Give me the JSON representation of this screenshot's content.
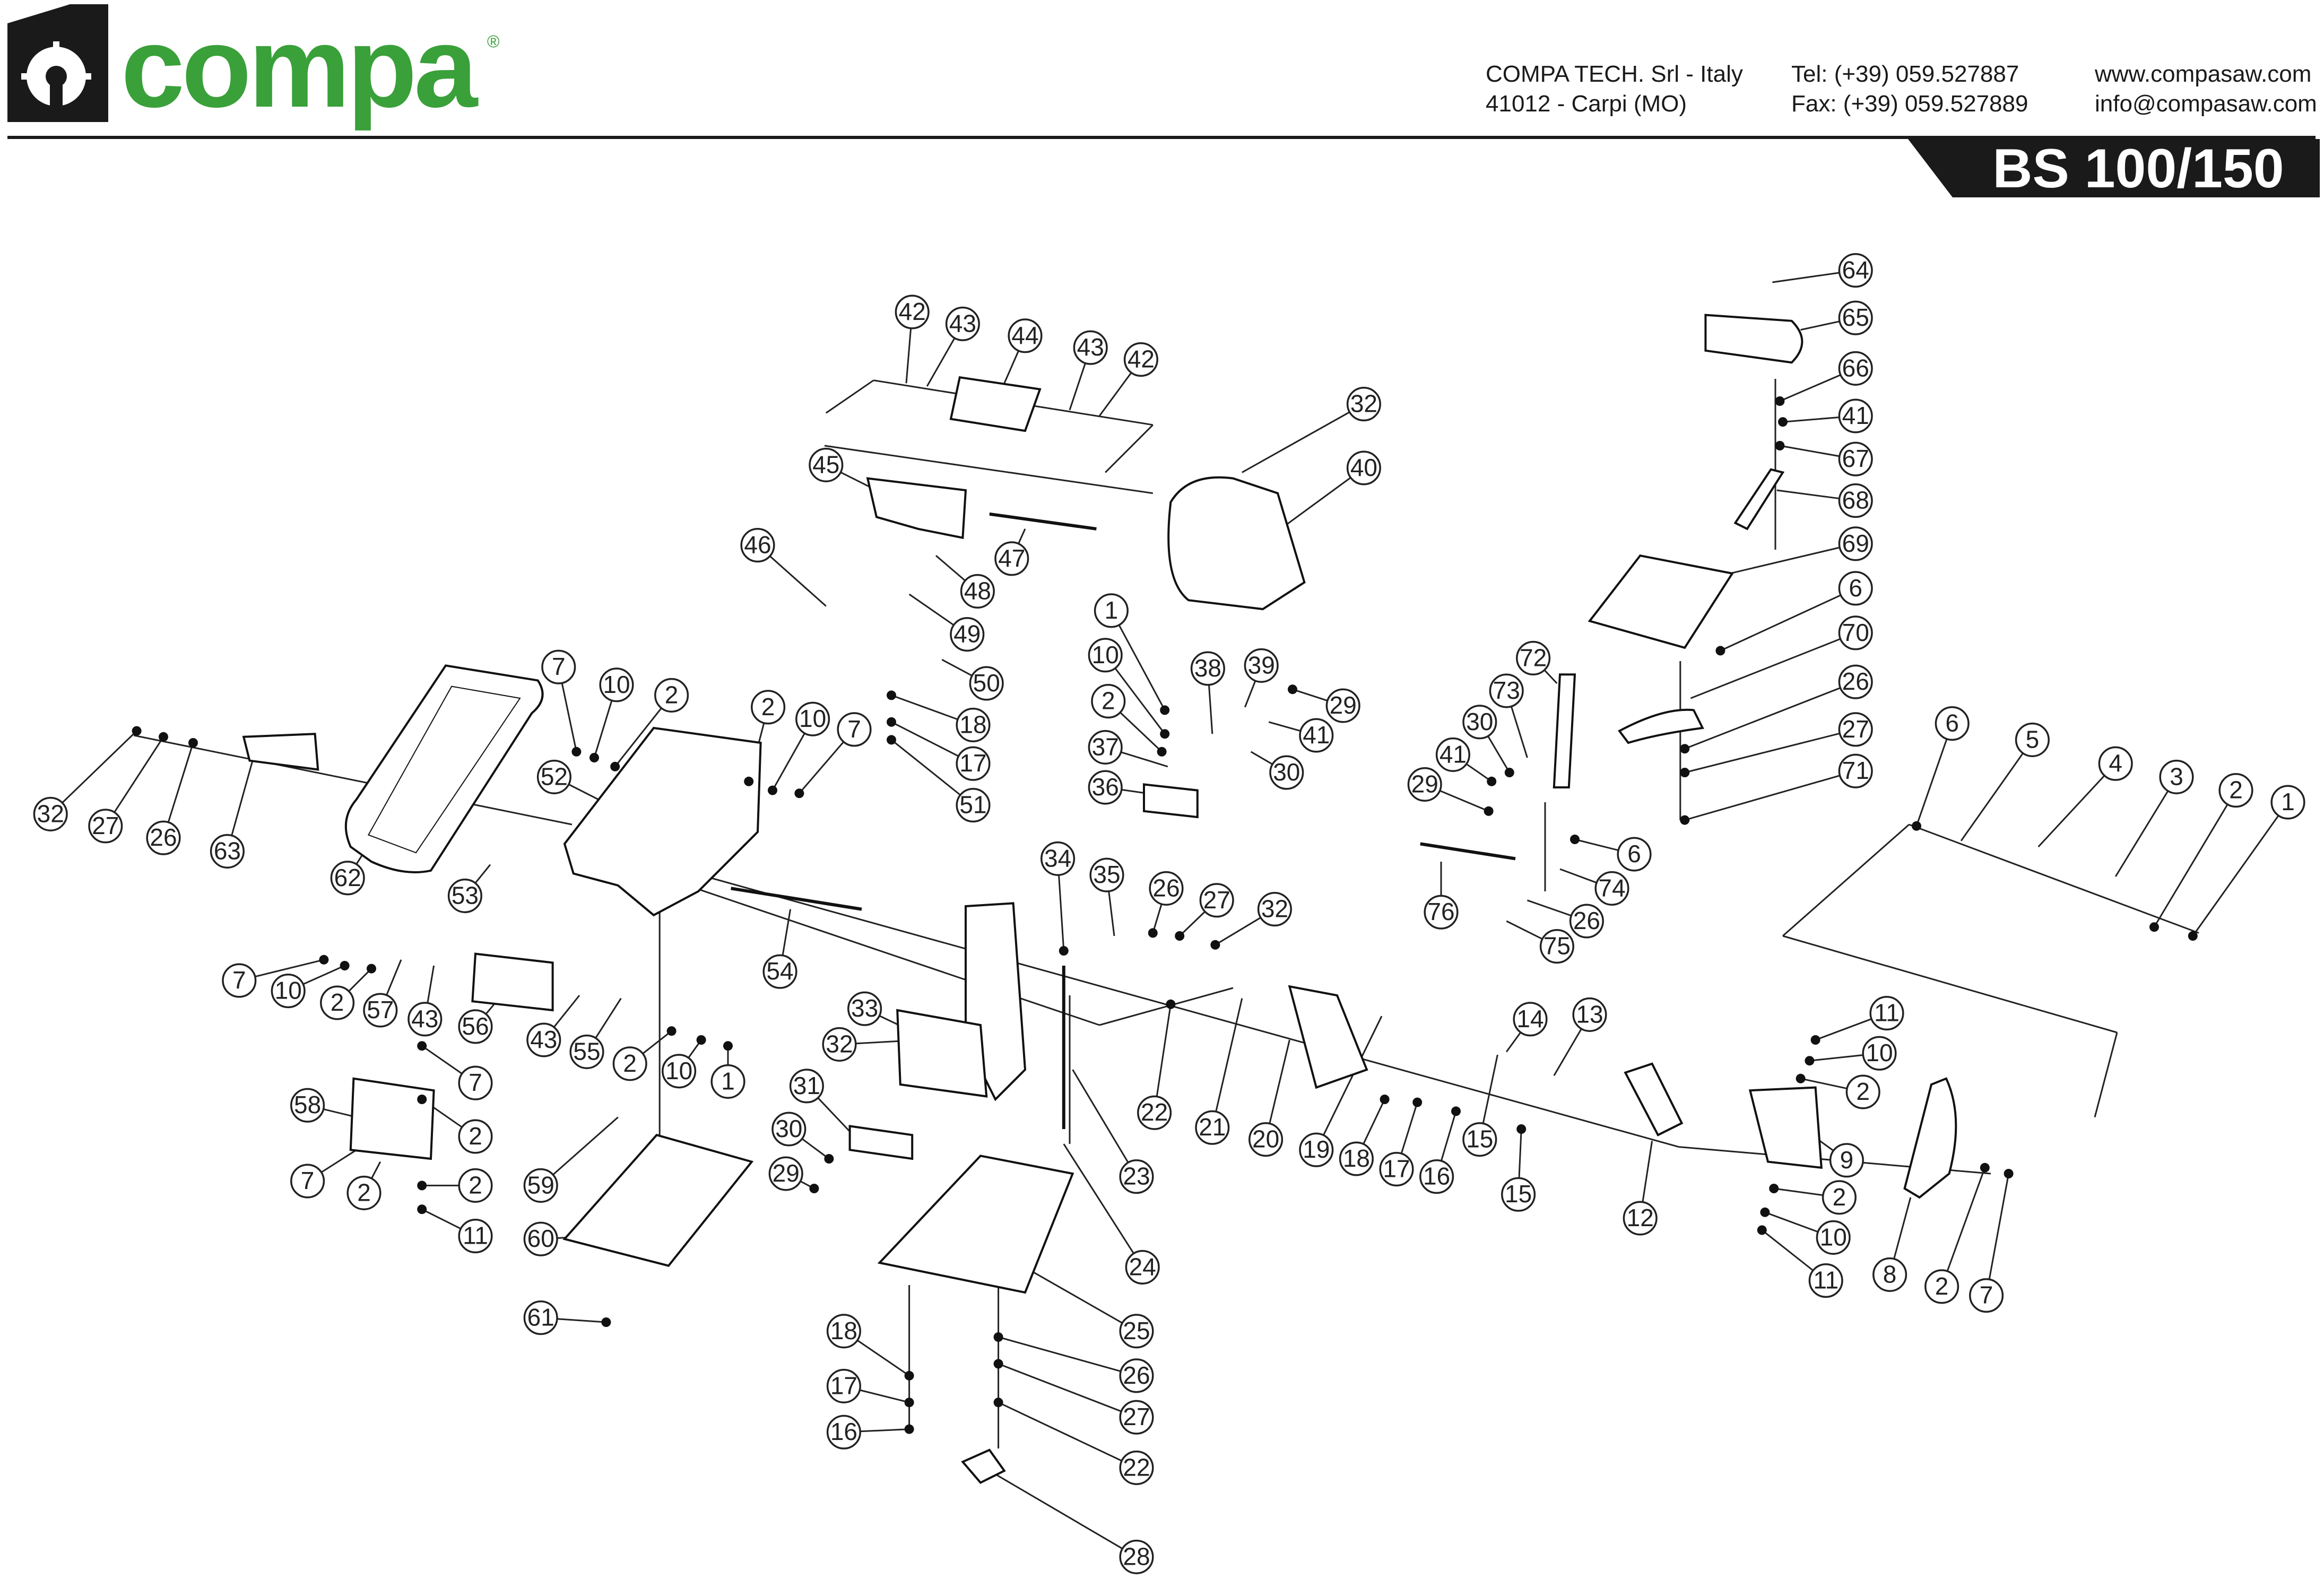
{
  "brand": {
    "name": "compa",
    "registered_mark": "®",
    "color": "#3aa03a",
    "logo_mark_icon": "saw-blade-icon"
  },
  "contact": {
    "company": "COMPA TECH. Srl - Italy",
    "address": "41012 - Carpi (MO)",
    "phone": "Tel: (+39) 059.527887",
    "fax": "Fax: (+39) 059.527889",
    "website": "www.compasaw.com",
    "email": "info@compasaw.com"
  },
  "model": "BS 100/150",
  "diagram": {
    "type": "exploded parts diagram",
    "part_labels": [
      "1",
      "2",
      "3",
      "4",
      "5",
      "6",
      "7",
      "8",
      "9",
      "10",
      "11",
      "12",
      "13",
      "14",
      "15",
      "16",
      "17",
      "18",
      "19",
      "20",
      "21",
      "22",
      "23",
      "24",
      "25",
      "26",
      "27",
      "28",
      "29",
      "30",
      "31",
      "32",
      "33",
      "34",
      "35",
      "36",
      "37",
      "38",
      "39",
      "40",
      "41",
      "42",
      "43",
      "44",
      "45",
      "46",
      "47",
      "48",
      "49",
      "50",
      "51",
      "52",
      "53",
      "54",
      "55",
      "56",
      "57",
      "58",
      "59",
      "60",
      "61",
      "62",
      "63",
      "64",
      "65",
      "66",
      "67",
      "68",
      "69",
      "70",
      "71",
      "72",
      "73",
      "74",
      "75",
      "76"
    ]
  }
}
